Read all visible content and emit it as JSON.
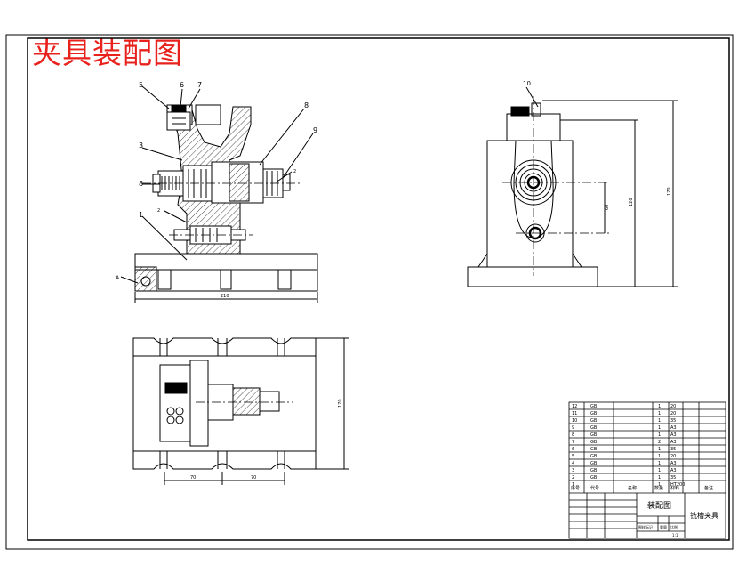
{
  "title": "夹具装配图",
  "colors": {
    "title": "#e8211d",
    "line": "#000000",
    "hatch": "#000000"
  },
  "front_view": {
    "callouts": [
      "5",
      "6",
      "7",
      "8",
      "9",
      "3",
      "8",
      "2",
      "1",
      "A",
      "2"
    ],
    "dims": [
      "210"
    ]
  },
  "side_view": {
    "callouts": [
      "10"
    ],
    "dims": [
      "60",
      "120",
      "170"
    ]
  },
  "top_view": {
    "dims": [
      "70",
      "70",
      "170"
    ]
  },
  "parts_list": {
    "rows": [
      [
        "12",
        "GB",
        "",
        "1",
        "20"
      ],
      [
        "11",
        "GB",
        "",
        "1",
        "20"
      ],
      [
        "10",
        "GB",
        "",
        "1",
        "35"
      ],
      [
        "9",
        "GB",
        "",
        "1",
        "A3"
      ],
      [
        "8",
        "GB",
        "",
        "1",
        "A3"
      ],
      [
        "7",
        "GB",
        "",
        "2",
        "A3"
      ],
      [
        "6",
        "GB",
        "",
        "1",
        "35"
      ],
      [
        "5",
        "GB",
        "",
        "1",
        "20"
      ],
      [
        "4",
        "GB",
        "",
        "1",
        "A3"
      ],
      [
        "3",
        "GB",
        "",
        "1",
        "A3"
      ],
      [
        "2",
        "GB",
        "",
        "1",
        "35"
      ],
      [
        "1",
        "",
        "",
        "1",
        "HT200"
      ]
    ],
    "header": [
      "序号",
      "代号",
      "名称",
      "数量",
      "材料"
    ],
    "note": "备注"
  },
  "title_block": {
    "drawing_name": "装配图",
    "fixture_name": "铣槽夹具",
    "labels": [
      "图样标记",
      "重量",
      "比例"
    ],
    "scale": "1:1"
  }
}
